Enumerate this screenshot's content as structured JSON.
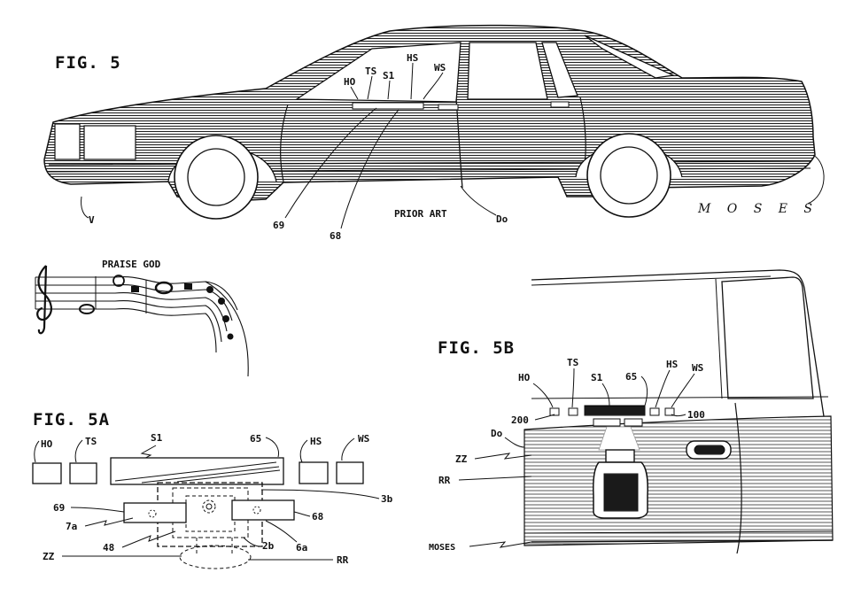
{
  "figures": {
    "fig5": {
      "title": "FIG. 5",
      "prior_art": "PRIOR ART",
      "signature": "M O S E S",
      "labels": {
        "ho": "HO",
        "ts": "TS",
        "s1": "S1",
        "hs": "HS",
        "ws": "WS",
        "v": "V",
        "l69": "69",
        "l68": "68",
        "door": "Do"
      }
    },
    "music": {
      "caption": "PRAISE GOD"
    },
    "fig5a": {
      "title": "FIG. 5A",
      "labels": {
        "ho": "HO",
        "ts": "TS",
        "s1": "S1",
        "l65": "65",
        "hs": "HS",
        "ws": "WS",
        "l3b": "3b",
        "l69": "69",
        "l68": "68",
        "l7a": "7a",
        "l48": "48",
        "l2b": "2b",
        "l6a": "6a",
        "zz": "ZZ",
        "rr": "RR"
      }
    },
    "fig5b": {
      "title": "FIG. 5B",
      "labels": {
        "ho": "HO",
        "ts": "TS",
        "s1": "S1",
        "l65": "65",
        "hs": "HS",
        "ws": "WS",
        "l200": "200",
        "l100": "100",
        "door": "Do",
        "zz": "ZZ",
        "rr": "RR",
        "moses": "MOSES"
      }
    }
  }
}
